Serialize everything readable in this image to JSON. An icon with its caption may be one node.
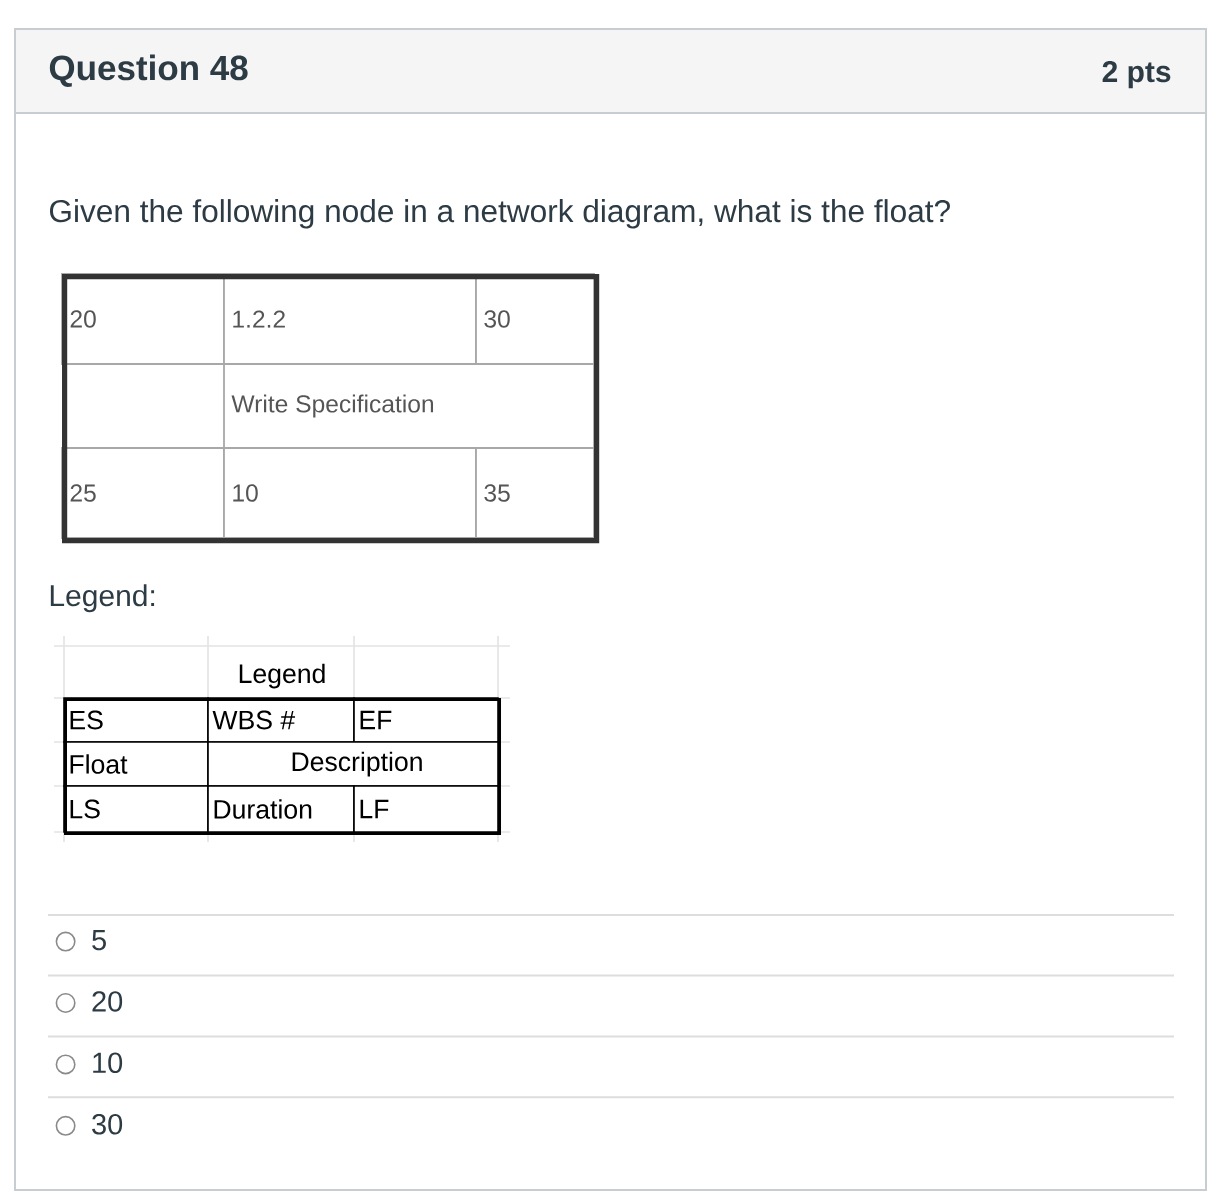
{
  "diagram": {
    "title": "Question 48",
    "nodes": [
      {
        "text": [
          "20",
          "1.2.2",
          "30",
          "Write Specification",
          "25",
          "10",
          "35"
        ]
      },
      {
        "text": [
          "Legend",
          "ES",
          "WBS #",
          "EF",
          "Float",
          "Description",
          "LS",
          "Duration",
          "LF"
        ]
      }
    ],
    "labels": [
      "2 pts",
      "Given the following node in a network diagram, what is the float?",
      "Legend:",
      "5",
      "20",
      "10",
      "30"
    ]
  }
}
